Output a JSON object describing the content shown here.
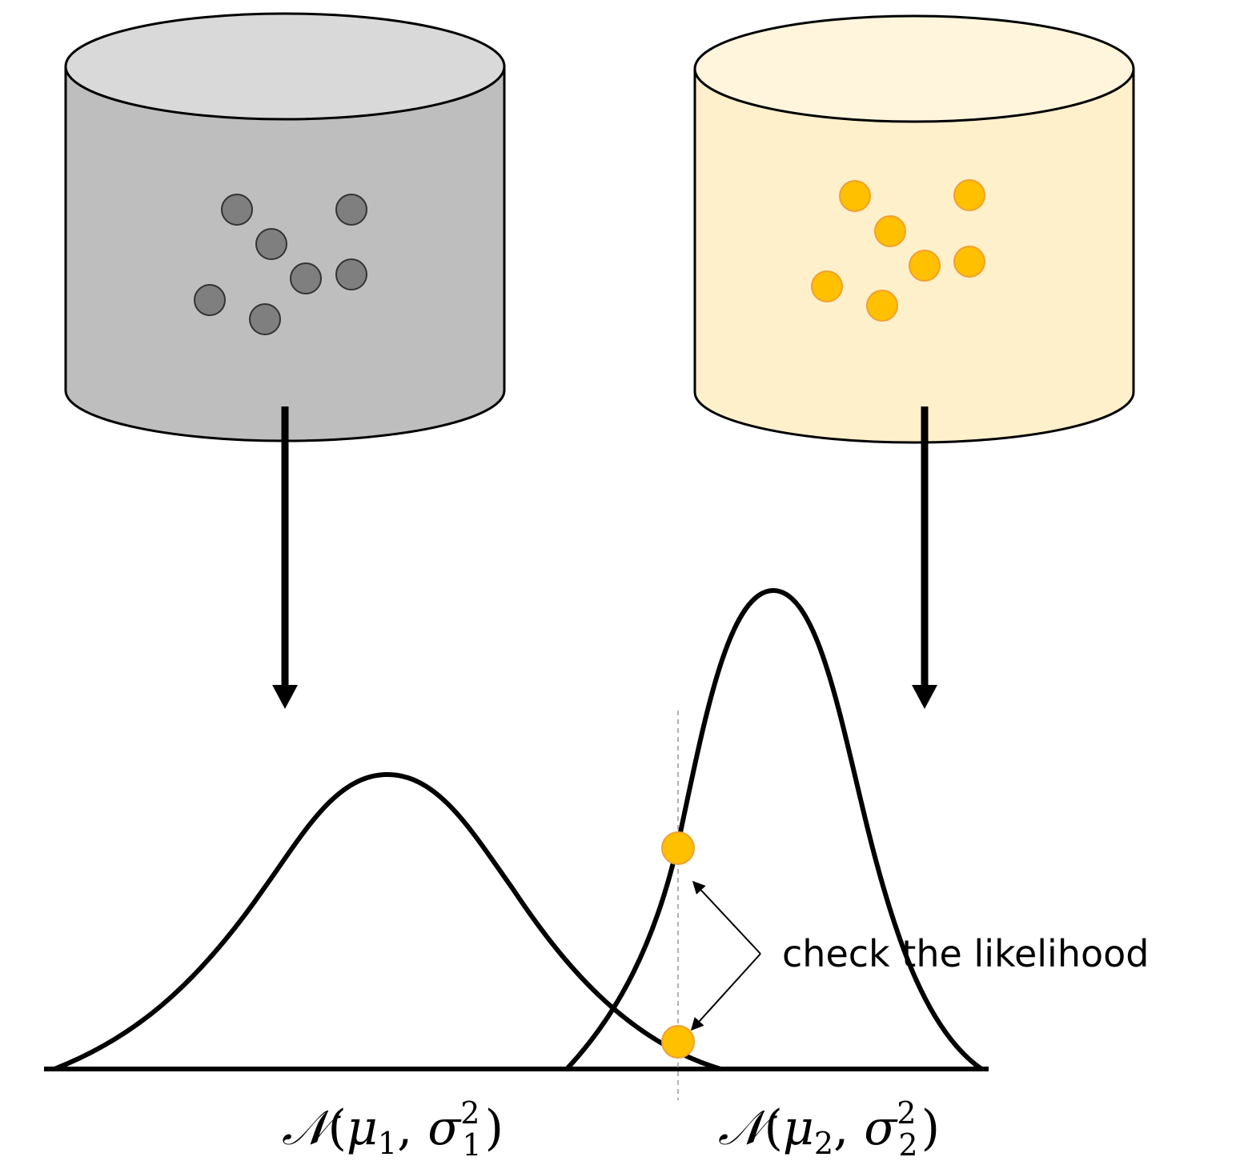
{
  "colors": {
    "gray_top": "#d9d9d9",
    "gray_body": "#bebebe",
    "gray_dot": "#7f7f7f",
    "yellow_top": "#fff5dc",
    "yellow_body": "#fff0cc",
    "orange_dot": "#ffc000",
    "orange_dot_stroke": "#f0a030",
    "ink": "#000000",
    "dashed_line": "#999999"
  },
  "annotation": {
    "label": "check the likelihood"
  },
  "distributions": [
    {
      "name": "gray",
      "formula": {
        "cal": "𝒩",
        "open": "(",
        "mu": "μ",
        "mu_sub": "1",
        "comma": ", ",
        "sigma": "σ",
        "sigma_sup": "2",
        "sigma_sub": "1",
        "close": ")"
      }
    },
    {
      "name": "yellow",
      "formula": {
        "cal": "𝒩",
        "open": "(",
        "mu": "μ",
        "mu_sub": "2",
        "comma": ", ",
        "sigma": "σ",
        "sigma_sup": "2",
        "sigma_sub": "2",
        "close": ")"
      }
    }
  ]
}
